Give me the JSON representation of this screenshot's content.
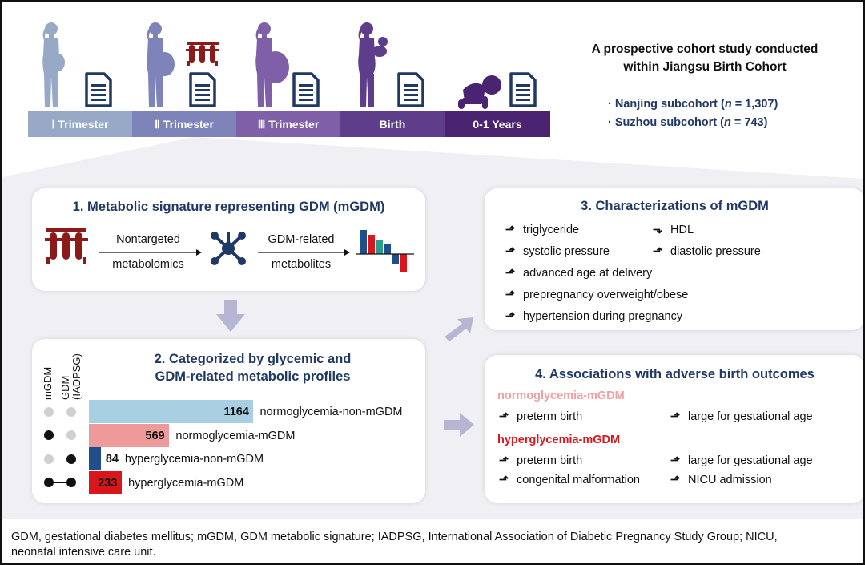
{
  "timeline": {
    "segments": [
      "Ⅰ Trimester",
      "Ⅱ Trimester",
      "Ⅲ Trimester",
      "Birth",
      "0-1 Years"
    ],
    "colors": [
      "#98a9c8",
      "#7e84b9",
      "#7e5fa8",
      "#5e3d8a",
      "#4a2470"
    ]
  },
  "study": {
    "title_line1": "A prospective cohort study conducted",
    "title_line2": "within Jiangsu Birth Cohort",
    "bullet": "·",
    "nanjing_pre": "Nanjing subcohort (",
    "n": "n",
    "nanjing_post": " = 1,307)",
    "suzhou_pre": "Suzhou subcohort (",
    "suzhou_post": " = 743)"
  },
  "panel1": {
    "title": "1. Metabolic signature representing GDM (mGDM)",
    "step1_line1": "Nontargeted",
    "step1_line2": "metabolomics",
    "step2_line1": "GDM-related",
    "step2_line2": "metabolites"
  },
  "panel2": {
    "title_line1": "2. Categorized by glycemic and",
    "title_line2": "GDM-related metabolic profiles",
    "col1": "mGDM",
    "col2_line1": "GDM",
    "col2_line2": "(IADPSG)"
  },
  "chart_data": {
    "type": "bar",
    "orientation": "horizontal",
    "categories": [
      "normoglycemia-non-mGDM",
      "normoglycemia-mGDM",
      "hyperglycemia-non-mGDM",
      "hyperglycemia-mGDM"
    ],
    "values": [
      1164,
      569,
      84,
      233
    ],
    "colors": [
      "#a9cfe2",
      "#ef9a9a",
      "#1f4e8c",
      "#d9161c"
    ],
    "mgdm": [
      false,
      true,
      false,
      true
    ],
    "gdm_iadpsg": [
      false,
      false,
      true,
      true
    ]
  },
  "panel3": {
    "title": "3. Characterizations of mGDM",
    "items": [
      {
        "label": "triglyceride",
        "dir": "up"
      },
      {
        "label": "HDL",
        "dir": "down"
      },
      {
        "label": "systolic pressure",
        "dir": "up"
      },
      {
        "label": "diastolic pressure",
        "dir": "up"
      },
      {
        "label": "advanced age at delivery",
        "dir": "up"
      },
      {
        "label": "prepregnancy overweight/obese",
        "dir": "up"
      },
      {
        "label": "hypertension during pregnancy",
        "dir": "up"
      }
    ]
  },
  "panel4": {
    "title": "4. Associations with adverse birth outcomes",
    "normo_heading": "normoglycemia-mGDM",
    "normo_color": "#f0a0a0",
    "normo_items": [
      "preterm birth",
      "large for gestational age"
    ],
    "hyper_heading": "hyperglycemia-mGDM",
    "hyper_color": "#d9161c",
    "hyper_items": [
      "preterm birth",
      "large for gestational age",
      "congenital malformation",
      "NICU admission"
    ]
  },
  "footnote": {
    "line1": "GDM, gestational diabetes mellitus; mGDM, GDM metabolic signature; IADPSG, International Association of Diabetic Pregnancy Study Group; NICU,",
    "line2": "neonatal intensive care unit."
  },
  "icons": {
    "document": "document-icon",
    "pregnant_woman": "pregnant-woman-icon",
    "mother_baby": "mother-baby-icon",
    "crawling_baby": "crawling-baby-icon",
    "test_tubes": "test-tubes-icon",
    "network": "network-icon",
    "waterfall": "waterfall-chart-icon",
    "arrow_up": "arrow-up-icon",
    "arrow_down": "arrow-down-icon",
    "flow_arrow": "flow-arrow-icon"
  }
}
